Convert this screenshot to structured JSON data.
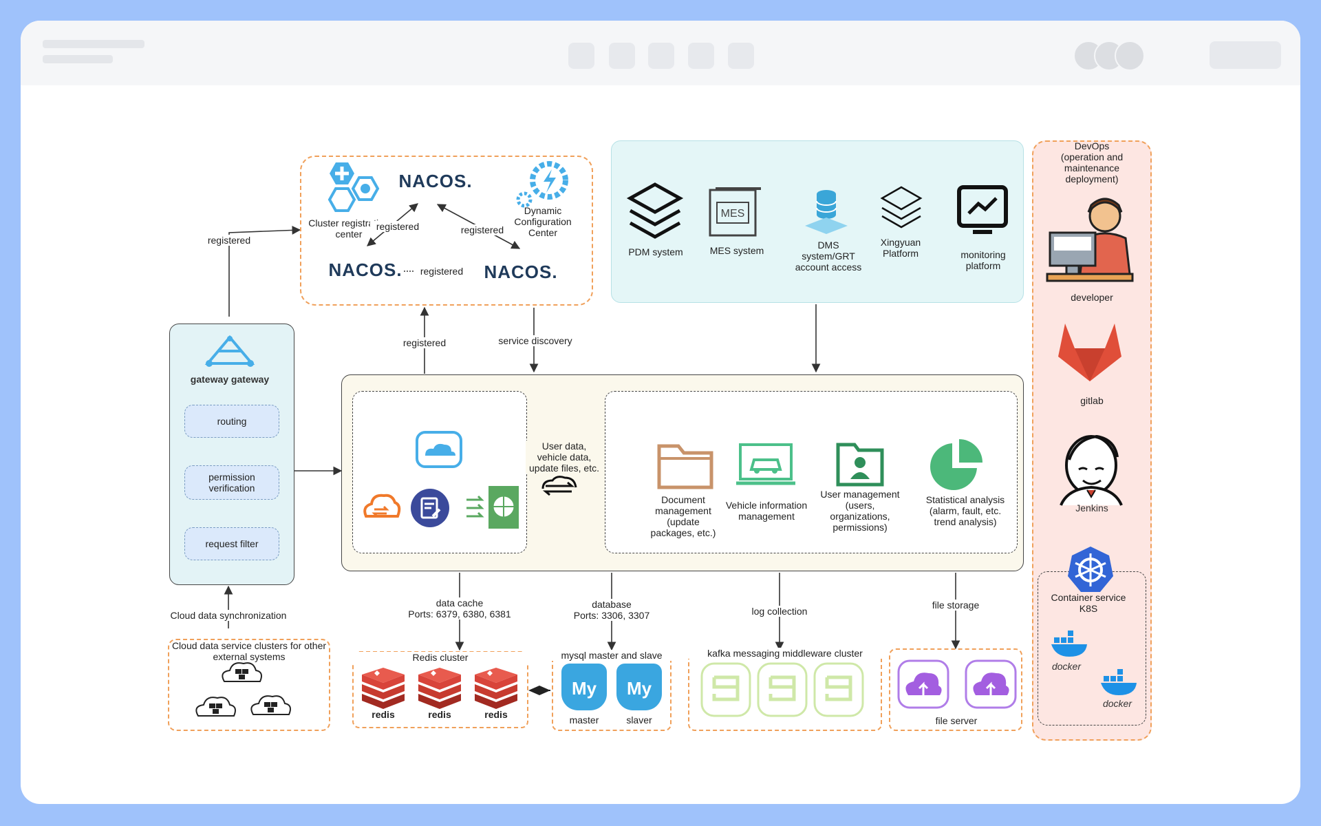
{
  "nacos": {
    "logo": "NACOS.",
    "cluster_center": "Cluster registration\ncenter",
    "dynamic_config": "Dynamic\nConfiguration\nCenter",
    "reg_left": "registered",
    "reg_right": "registered",
    "reg_bottom": "registered"
  },
  "systems": [
    {
      "label": "PDM system",
      "icon": "layers-icon"
    },
    {
      "label": "MES system",
      "icon": "mes-icon"
    },
    {
      "label": "DMS\nsystem/GRT\naccount access",
      "icon": "database-icon"
    },
    {
      "label": "Xingyuan\nPlatform",
      "icon": "stack-icon"
    },
    {
      "label": "monitoring\nplatform",
      "icon": "monitor-icon"
    }
  ],
  "devops": {
    "title": "DevOps\n(operation and\nmaintenance\ndeployment)",
    "developer": "developer",
    "gitlab": "gitlab",
    "jenkins": "Jenkins",
    "container": "Container service\nK8S",
    "docker": "docker"
  },
  "gateway": {
    "title": "gateway gateway",
    "items": [
      "routing",
      "permission\nverification",
      "request filter"
    ]
  },
  "edges": {
    "gw_registered": "registered",
    "core_registered": "registered",
    "service_discovery": "service discovery",
    "data_cache": "data cache\nPorts: 6379, 6380, 6381",
    "database": "database\nPorts: 3306, 3307",
    "log_collection": "log collection",
    "file_storage": "file storage",
    "cloud_sync": "Cloud data synchronization",
    "user_data": "User data,\nvehicle data,\nupdate files, etc."
  },
  "modules": [
    {
      "label": "Document\nmanagement\n(update\npackages, etc.)",
      "icon": "folder-icon"
    },
    {
      "label": "Vehicle information\nmanagement",
      "icon": "car-icon"
    },
    {
      "label": "User management\n(users,\norganizations,\npermissions)",
      "icon": "user-folder-icon"
    },
    {
      "label": "Statistical analysis\n(alarm, fault, etc.\ntrend analysis)",
      "icon": "pie-chart-icon"
    }
  ],
  "bottom": {
    "external": "Cloud data service clusters for other\nexternal systems",
    "redis_title": "Redis cluster",
    "redis_label": "redis",
    "mysql_title": "mysql master and slave",
    "mysql_master": "master",
    "mysql_slaver": "slaver",
    "mysql_logo": "My",
    "kafka_title": "kafka messaging middleware cluster",
    "file_server": "file server"
  },
  "colors": {
    "orange_dash": "#f0a05a",
    "cyan_panel": "#e4f6f7",
    "core_panel": "#fbf8ec",
    "devops_panel": "#fde6e2",
    "gateway_panel": "#e3f3f6"
  }
}
